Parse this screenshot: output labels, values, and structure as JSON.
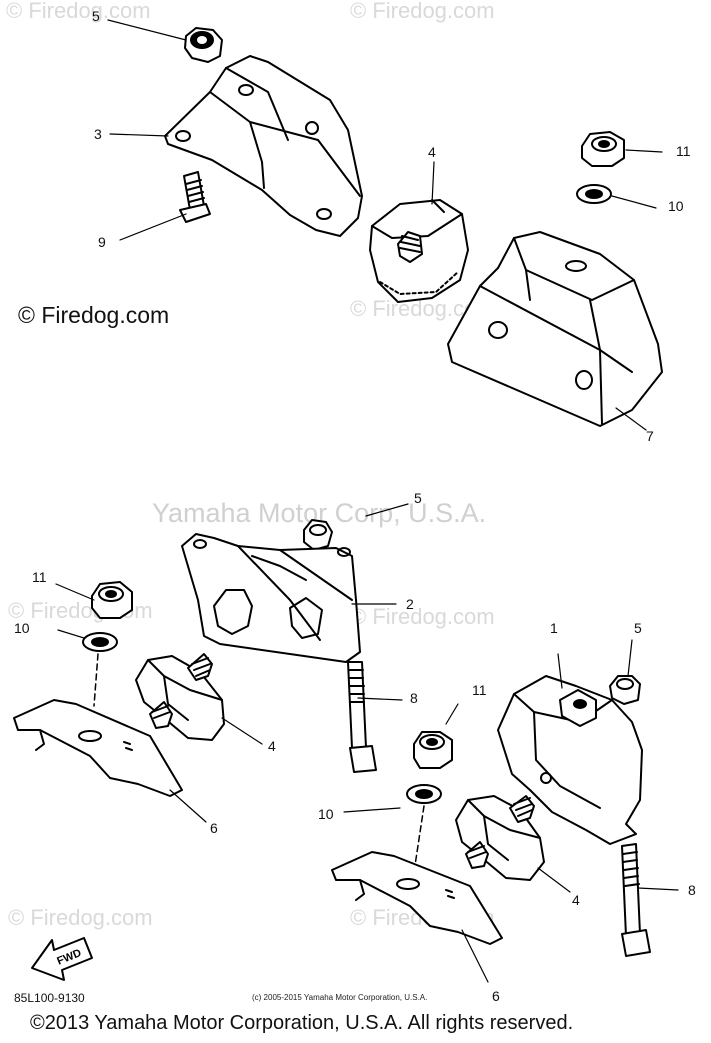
{
  "watermark": {
    "brand": "© Firedog.com",
    "yamaha": "Yamaha Motor Corp, U.S.A."
  },
  "copyright_small": "© Firedog.com",
  "copyright_bottom": "©2013 Yamaha Motor Corporation, U.S.A. All rights reserved.",
  "copyright_tiny": "(c) 2005-2015 Yamaha Motor Corporation, U.S.A.",
  "part_number": "85L100-9130",
  "fwd_label": "FWD",
  "callouts": {
    "c5a": "5",
    "c3": "3",
    "c9": "9",
    "c4a": "4",
    "c11a": "11",
    "c10a": "10",
    "c7": "7",
    "c5b": "5",
    "c2": "2",
    "c11b": "11",
    "c10b": "10",
    "c4b": "4",
    "c6a": "6",
    "c8a": "8",
    "c1": "1",
    "c5c": "5",
    "c11c": "11",
    "c10c": "10",
    "c4c": "4",
    "c8b": "8",
    "c6b": "6"
  }
}
